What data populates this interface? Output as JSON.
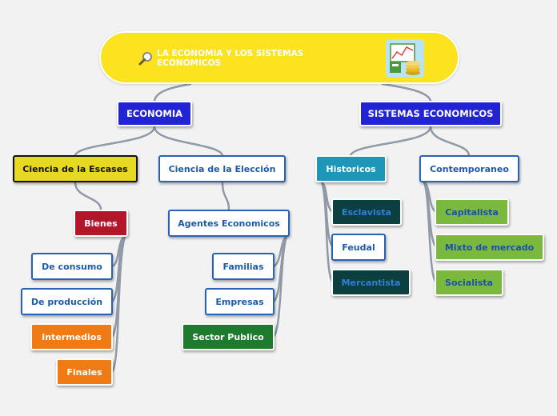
{
  "root": {
    "title": "LA ECONOMIA Y LOS SISTEMAS\nECONOMICOS"
  },
  "colors": {
    "background": "#f2f2f2",
    "root": "#fde21f",
    "connector": "#8f9aa6",
    "navy": "#2323d6",
    "red": "#b3152a",
    "orange": "#f07a14",
    "green": "#1e7a2e",
    "teal": "#1e96b8",
    "dark_teal": "#0b3f40",
    "light_green": "#7ab83e",
    "yellow": "#e6d823"
  },
  "icons": {
    "root_left": "magnifier-icon",
    "root_right": "economy-image"
  },
  "branches": {
    "economia": {
      "label": "ECONOMIA",
      "escasez": {
        "label": "Ciencia de la Escases",
        "bienes": {
          "label": "Bienes",
          "items": [
            "De consumo",
            "De producción",
            "Intermedios",
            "Finales"
          ]
        }
      },
      "eleccion": {
        "label": "Ciencia de la Elección",
        "agentes": {
          "label": "Agentes Economicos",
          "items": [
            "Familias",
            "Empresas",
            "Sector Publico"
          ]
        }
      }
    },
    "sistemas": {
      "label": "SISTEMAS ECONOMICOS",
      "historicos": {
        "label": "Historicos",
        "items": [
          "Esclavista",
          "Feudal",
          "Mercantista"
        ]
      },
      "contemporaneo": {
        "label": "Contemporaneo",
        "items": [
          "Capitalista",
          "Mixto de mercado",
          "Socialista"
        ]
      }
    }
  }
}
